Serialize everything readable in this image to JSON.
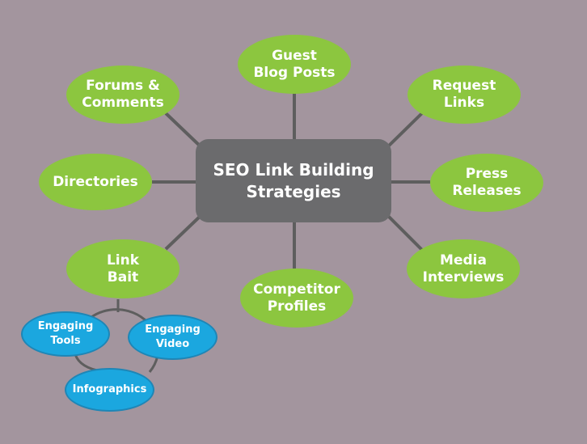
{
  "diagram": {
    "center": "SEO Link Building\nStrategies",
    "nodes": {
      "guest_blog_posts": "Guest\nBlog Posts",
      "forums_comments": "Forums &\nComments",
      "request_links": "Request\nLinks",
      "directories": "Directories",
      "press_releases": "Press\nReleases",
      "link_bait": "Link\nBait",
      "media_interviews": "Media\nInterviews",
      "competitor_profiles": "Competitor\nProfiles"
    },
    "sub_nodes": {
      "engaging_tools": "Engaging\nTools",
      "engaging_video": "Engaging\nVideo",
      "infographics": "Infographics"
    },
    "colors": {
      "background": "#a3959e",
      "center_box": "#6b6b6d",
      "main_node": "#8cc63f",
      "sub_node": "#1ba7df",
      "connector": "#5e5e5e"
    }
  }
}
